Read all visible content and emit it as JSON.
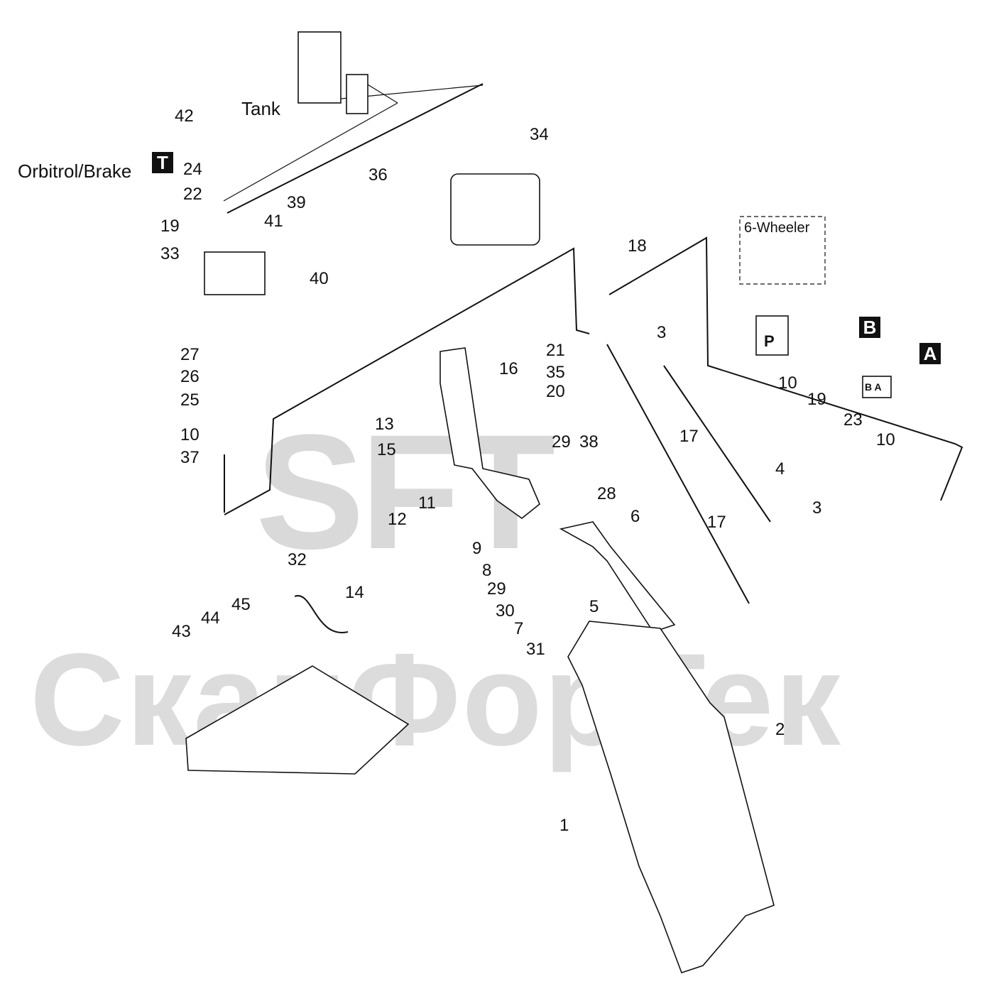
{
  "watermark": {
    "brand": "SFT",
    "name": "СканФорТек"
  },
  "labels": {
    "tank": "Tank",
    "orbitrol_brake": "Orbitrol/Brake",
    "six_wheeler": "6-Wheeler",
    "port_p": "P",
    "ports_ba": "B A"
  },
  "port_tags": {
    "t": "T",
    "b": "B",
    "a": "A"
  },
  "callouts": [
    "42",
    "24",
    "22",
    "19",
    "33",
    "41",
    "39",
    "40",
    "27",
    "26",
    "25",
    "10",
    "37",
    "36",
    "34",
    "18",
    "21",
    "35",
    "20",
    "16",
    "13",
    "15",
    "29",
    "38",
    "11",
    "12",
    "9",
    "8",
    "29",
    "30",
    "7",
    "31",
    "28",
    "6",
    "5",
    "3",
    "17",
    "4",
    "17",
    "3",
    "10",
    "19",
    "23",
    "10",
    "32",
    "14",
    "45",
    "44",
    "43",
    "2",
    "1"
  ],
  "colors": {
    "line": "#111111",
    "watermark": "#d9d9d9",
    "tag_bg": "#111111"
  }
}
